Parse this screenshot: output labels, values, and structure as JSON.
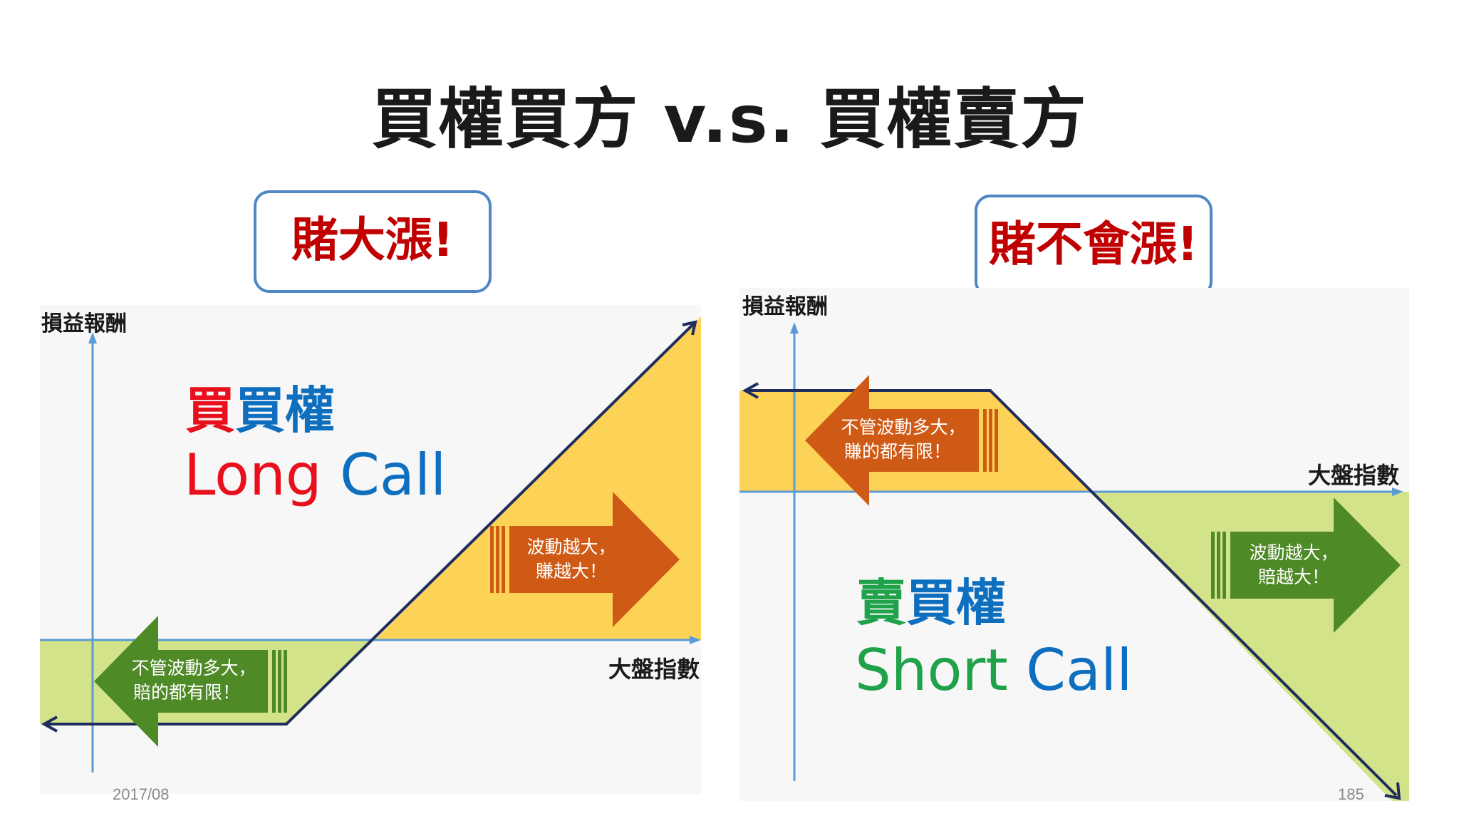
{
  "slide": {
    "title": "買權買方 v.s. 買權賣方",
    "footer_date": "2017/08",
    "page_number": "185"
  },
  "left": {
    "bet": "賭大漲!",
    "y_axis_label": "損益報酬",
    "x_axis_label": "大盤指數",
    "heading_cn_part1": "買",
    "heading_cn_part2": "買權",
    "heading_en_part1": "Long",
    "heading_en_part2": "Call",
    "arrow_profit_line1": "波動越大，",
    "arrow_profit_line2": "賺越大！",
    "arrow_loss_line1": "不管波動多大，",
    "arrow_loss_line2": "賠的都有限！"
  },
  "right": {
    "bet": "賭不會漲!",
    "y_axis_label": "損益報酬",
    "x_axis_label": "大盤指數",
    "heading_cn_part1": "賣",
    "heading_cn_part2": "買權",
    "heading_en_part1": "Short",
    "heading_en_part2": "Call",
    "arrow_profit_line1": "不管波動多大，",
    "arrow_profit_line2": "賺的都有限！",
    "arrow_loss_line1": "波動越大，",
    "arrow_loss_line2": "賠越大！"
  },
  "colors": {
    "profit_zone": "#fcd357",
    "loss_zone": "#d3e38a",
    "axis": "#5b9bd5",
    "payoff_line": "#1f2d5c",
    "red_text": "#e8101c",
    "blue_text": "#0f6fbf",
    "green_text": "#1fa24a",
    "orange_arrow": "#cf5a16",
    "green_arrow": "#4e8a26"
  }
}
